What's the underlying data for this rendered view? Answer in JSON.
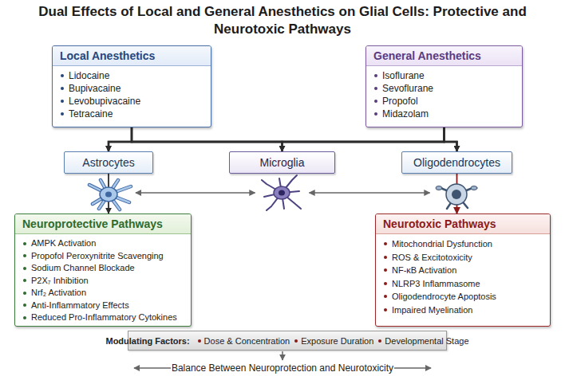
{
  "diagram": {
    "title": "Dual Effects of Local and General Anesthetics on Glial Cells: Protective and Neurotoxic Pathways",
    "nodes": [
      {
        "text": [
          "Local Anesthetics",
          "Lidocaine",
          "Bupivacaine",
          "Levobupivacaine",
          "Tetracaine"
        ]
      },
      {
        "text": [
          "General Anesthetics",
          "Isoflurane",
          "Sevoflurane",
          "Propofol",
          "Midazolam"
        ]
      },
      {
        "text": [
          "Astrocytes"
        ]
      },
      {
        "text": [
          "Microglia"
        ]
      },
      {
        "text": [
          "Oligodendrocytes"
        ]
      },
      {
        "text": [
          "Neuroprotective Pathways",
          "AMPK Activation",
          "Propofol Peroxynitrite Scavenging",
          "Sodium Channel Blockade",
          "P2X₇ Inhibition",
          "Nrf₂ Activation",
          "Anti-Inflammatory Effects",
          "Reduced Pro-Inflammatory Cytokines"
        ]
      },
      {
        "text": [
          "Neurotoxic Pathways",
          "Mitochondrial Dysfunction",
          "ROS & Excitotoxicity",
          "NF-κB Activation",
          "NLRP3 Inflammasome",
          "Oligodendrocyte Apoptosis",
          "Impaired Myelination"
        ]
      },
      {
        "text": [
          "Modulating Factors:",
          "Dose & Concentration",
          "Exposure Duration",
          "Developmental Stage"
        ]
      }
    ],
    "edges": [
      {
        "from": 0,
        "to": 2,
        "arrow": "to"
      },
      {
        "from": 0,
        "to": 3,
        "arrow": "to"
      },
      {
        "from": 0,
        "to": 4,
        "arrow": "to"
      },
      {
        "from": 1,
        "to": 2,
        "arrow": "to"
      },
      {
        "from": 1,
        "to": 3,
        "arrow": "to"
      },
      {
        "from": 1,
        "to": 4,
        "arrow": "to"
      },
      {
        "from": 2,
        "to": 3,
        "arrow": "both"
      },
      {
        "from": 3,
        "to": 4,
        "arrow": "both"
      },
      {
        "from": 2,
        "to": 5,
        "arrow": "to"
      },
      {
        "from": 4,
        "to": 6,
        "arrow": "to"
      }
    ],
    "labels": [
      "Balance Between Neuroprotection and Neurotoxicity"
    ]
  }
}
